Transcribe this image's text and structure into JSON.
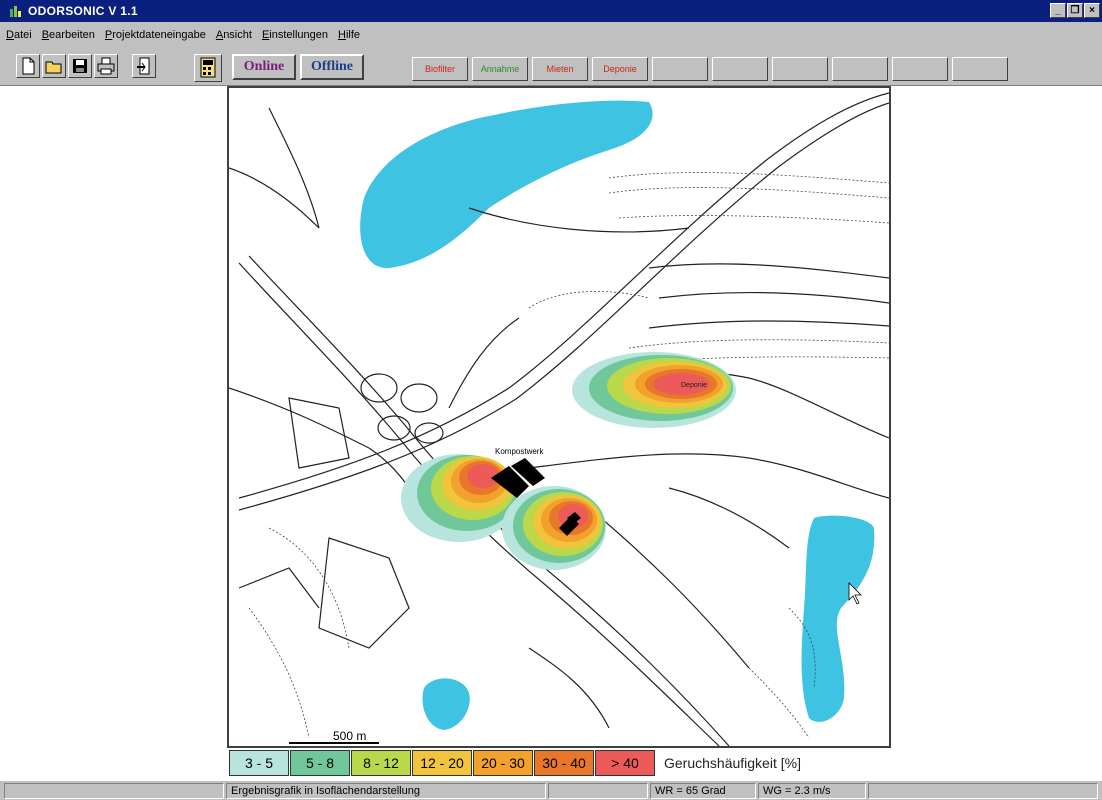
{
  "window": {
    "title": "ODORSONIC V 1.1"
  },
  "menu": [
    "Datei",
    "Bearbeiten",
    "Projektdateneingabe",
    "Ansicht",
    "Einstellungen",
    "Hilfe"
  ],
  "toolbar": {
    "online_label": "Online",
    "offline_label": "Offline",
    "layers": [
      {
        "label": "Biofilter",
        "color": "#c8261c"
      },
      {
        "label": "Annahme",
        "color": "#2d8b2d"
      },
      {
        "label": "Mieten",
        "color": "#c8261c"
      },
      {
        "label": "Deponie",
        "color": "#c8261c"
      }
    ]
  },
  "map": {
    "scale_label": "500 m",
    "label_kompostwerk": "Kompostwerk",
    "label_deponie": "Deponie"
  },
  "legend": {
    "title": "Geruchshäufigkeit [%]",
    "classes": [
      {
        "range": "3 - 5",
        "color": "#b7e4dc"
      },
      {
        "range": "5 - 8",
        "color": "#6fc79a"
      },
      {
        "range": "8 - 12",
        "color": "#b9d84a"
      },
      {
        "range": "12 - 20",
        "color": "#f0c43c"
      },
      {
        "range": "20 - 30",
        "color": "#f2a12c"
      },
      {
        "range": "30 - 40",
        "color": "#e8772a"
      },
      {
        "range": "> 40",
        "color": "#ec5a5a"
      }
    ]
  },
  "status": {
    "message": "Ergebnisgrafik in Isoflächendarstellung",
    "wind_direction": "WR = 65 Grad",
    "wind_speed": "WG = 2.3 m/s"
  },
  "colors": {
    "title_bar": "#0a1f7e",
    "water": "#3fc3e3",
    "ui_gray": "#c0c0c0"
  }
}
